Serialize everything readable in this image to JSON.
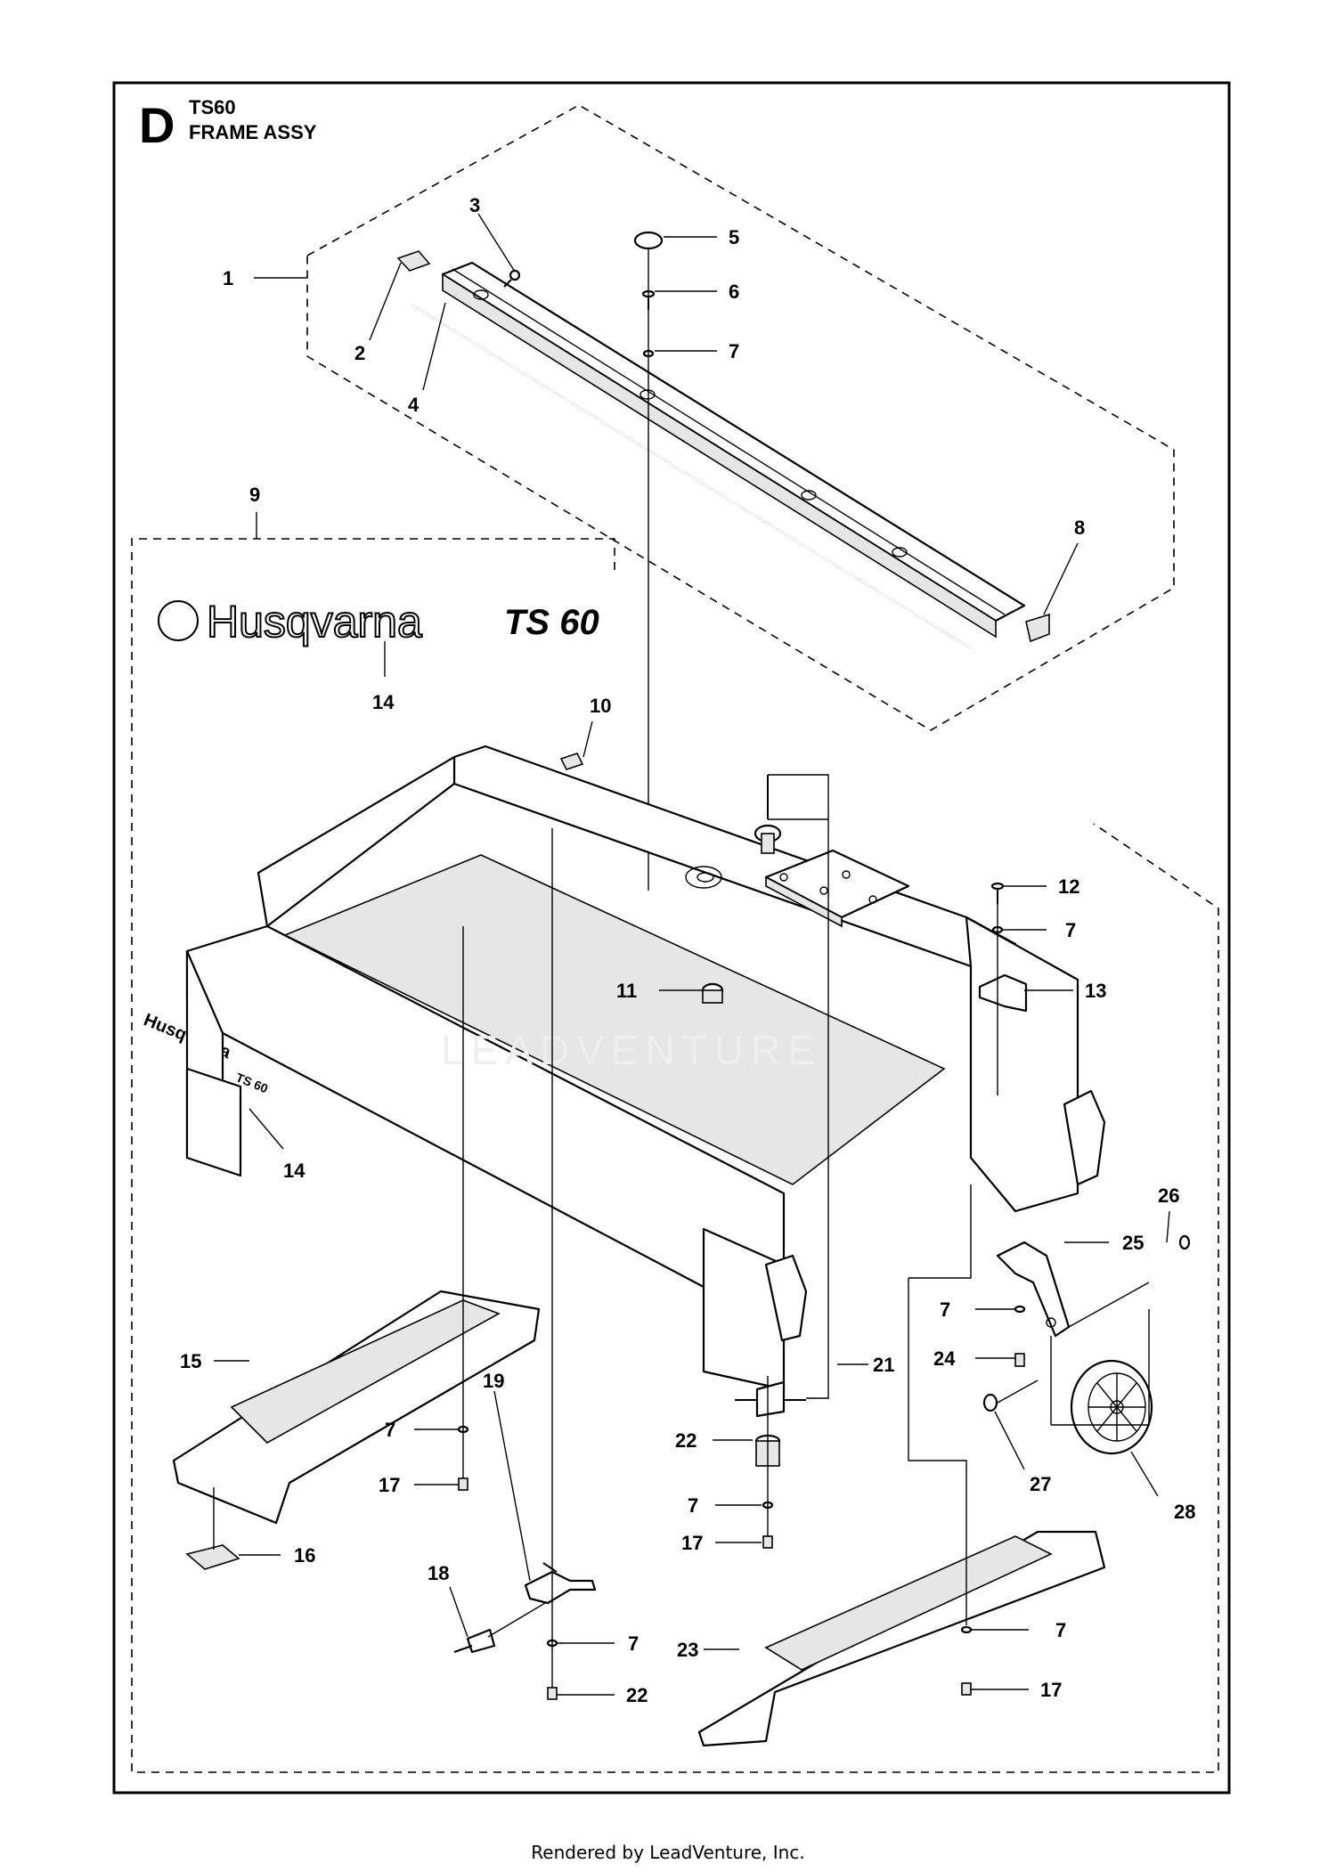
{
  "header": {
    "section_letter": "D",
    "model": "TS60",
    "title": "FRAME ASSY"
  },
  "decal": {
    "brand": "Husqvarna",
    "model": "TS 60"
  },
  "watermark": "LEADVENTURE",
  "footer": "Rendered by LeadVenture, Inc.",
  "callouts": [
    {
      "id": "c1",
      "text": "1"
    },
    {
      "id": "c2",
      "text": "2"
    },
    {
      "id": "c3",
      "text": "3"
    },
    {
      "id": "c4",
      "text": "4"
    },
    {
      "id": "c5",
      "text": "5"
    },
    {
      "id": "c6",
      "text": "6"
    },
    {
      "id": "c7a",
      "text": "7"
    },
    {
      "id": "c8",
      "text": "8"
    },
    {
      "id": "c9",
      "text": "9"
    },
    {
      "id": "c10",
      "text": "10"
    },
    {
      "id": "c14a",
      "text": "14"
    },
    {
      "id": "c12",
      "text": "12"
    },
    {
      "id": "c7b",
      "text": "7"
    },
    {
      "id": "c11",
      "text": "11"
    },
    {
      "id": "c13",
      "text": "13"
    },
    {
      "id": "c14b",
      "text": "14"
    },
    {
      "id": "c26",
      "text": "26"
    },
    {
      "id": "c25",
      "text": "25"
    },
    {
      "id": "c7c",
      "text": "7"
    },
    {
      "id": "c24",
      "text": "24"
    },
    {
      "id": "c15",
      "text": "15"
    },
    {
      "id": "c21",
      "text": "21"
    },
    {
      "id": "c22a",
      "text": "22"
    },
    {
      "id": "c27",
      "text": "27"
    },
    {
      "id": "c28",
      "text": "28"
    },
    {
      "id": "c7d",
      "text": "7"
    },
    {
      "id": "c7e",
      "text": "7"
    },
    {
      "id": "c17a",
      "text": "17"
    },
    {
      "id": "c17b",
      "text": "17"
    },
    {
      "id": "c19",
      "text": "19"
    },
    {
      "id": "c16",
      "text": "16"
    },
    {
      "id": "c18",
      "text": "18"
    },
    {
      "id": "c7f",
      "text": "7"
    },
    {
      "id": "c23",
      "text": "23"
    },
    {
      "id": "c7g",
      "text": "7"
    },
    {
      "id": "c22b",
      "text": "22"
    },
    {
      "id": "c17c",
      "text": "17"
    }
  ]
}
